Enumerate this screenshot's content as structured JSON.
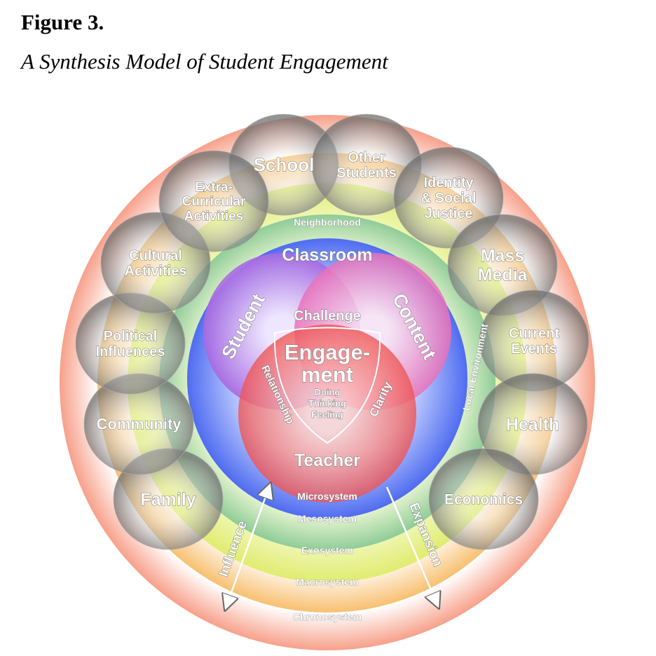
{
  "figure": {
    "number": "Figure 3.",
    "title": "A Synthesis Model of Student Engagement"
  },
  "center": {
    "title_line1": "Engage-",
    "title_line2": "ment",
    "sub": [
      "Doing",
      "Thinking",
      "Feeling"
    ]
  },
  "venn": {
    "student": "Student",
    "content": "Content",
    "teacher": "Teacher",
    "challenge": "Challenge",
    "relationship": "Relationship",
    "clarity": "Clarity"
  },
  "classroom": "Classroom",
  "rings": {
    "microsystem": "Microsystem",
    "mesosystem": "Mesosystem",
    "exosystem": "Exosystem",
    "macrosystem": "Macrosystem",
    "chronosystem": "Chronosystem",
    "neighborhood": "Neighborhood",
    "local_environment": "Local Environment"
  },
  "arrows": {
    "influence": "Influence",
    "expansion": "Expansion"
  },
  "bubbles": [
    {
      "lines": [
        "School"
      ]
    },
    {
      "lines": [
        "Other",
        "Students"
      ]
    },
    {
      "lines": [
        "Identity",
        "& Social",
        "Justice"
      ]
    },
    {
      "lines": [
        "Mass",
        "Media"
      ]
    },
    {
      "lines": [
        "Current",
        "Events"
      ]
    },
    {
      "lines": [
        "Health"
      ]
    },
    {
      "lines": [
        "Economics"
      ]
    },
    {
      "lines": [
        "Family"
      ]
    },
    {
      "lines": [
        "Community"
      ]
    },
    {
      "lines": [
        "Political",
        "Influences"
      ]
    },
    {
      "lines": [
        "Cultural",
        "Activities"
      ]
    },
    {
      "lines": [
        "Extra-",
        "Curricular",
        "Activities"
      ]
    }
  ],
  "colors": {
    "chrono": "#f7a08a",
    "macro": "#f8c070",
    "exo": "#e4ef80",
    "meso": "#9fd3a0",
    "micro": "#5a78f0",
    "student": "#b070e0",
    "content": "#ec80c0",
    "teacher": "#f06060"
  }
}
